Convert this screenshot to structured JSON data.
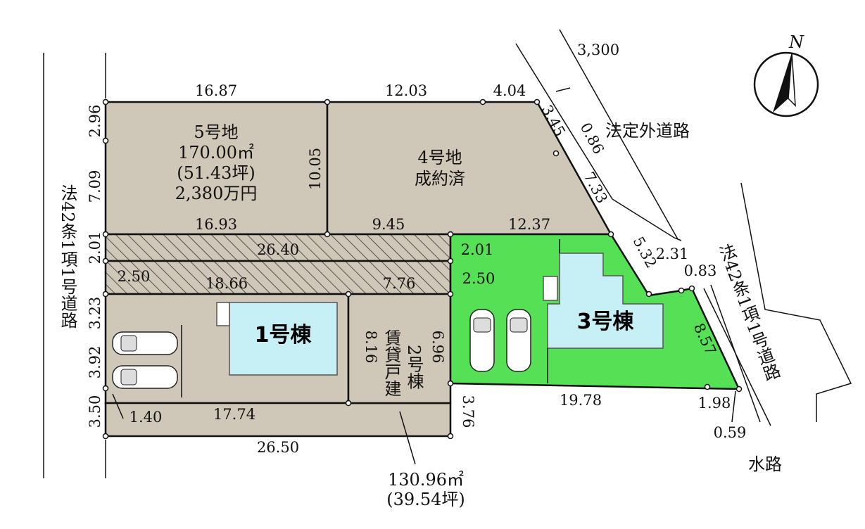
{
  "compass": {
    "north": "N"
  },
  "lots": {
    "lot5": {
      "title": "5号地",
      "area_sqm": "170.00㎡",
      "area_tsubo": "(51.43坪)",
      "price": "2,380万円"
    },
    "lot4": {
      "title": "4号地",
      "status": "成約済"
    },
    "lot2": {
      "title": "2号棟",
      "type": "賃貸戸建",
      "area_sqm": "130.96㎡",
      "area_tsubo": "(39.54坪)"
    }
  },
  "buildings": {
    "b1": "1号棟",
    "b3": "3号棟"
  },
  "roads": {
    "left": "法42条1項1号道路",
    "outside": "法定外道路",
    "right": "法42条1項1号道路",
    "waterway": "水路"
  },
  "dims": {
    "d_16_87": "16.87",
    "d_12_03": "12.03",
    "d_4_04": "4.04",
    "d_3300": "3,300",
    "d_16_93": "16.93",
    "d_9_45": "9.45",
    "d_12_37": "12.37",
    "d_26_40": "26.40",
    "d_2_50_left": "2.50",
    "d_18_66": "18.66",
    "d_7_76": "7.76",
    "d_2_01_right": "2.01",
    "d_2_50_right": "2.50",
    "d_1_40": "1.40",
    "d_17_74": "17.74",
    "d_26_50": "26.50",
    "d_19_78": "19.78",
    "d_1_98": "1.98",
    "d_0_59": "0.59",
    "d_2_31": "2.31",
    "d_0_83": "0.83",
    "d_2_96": "2.96",
    "d_7_09": "7.09",
    "d_2_01_left": "2.01",
    "d_3_23": "3.23",
    "d_3_92": "3.92",
    "d_3_50": "3.50",
    "d_10_05": "10.05",
    "d_8_16": "8.16",
    "d_6_96": "6.96",
    "d_3_76": "3.76",
    "d_3_45": "3.45",
    "d_0_86": "0.86",
    "d_7_33": "7.33",
    "d_5_32": "5.32",
    "d_8_57": "8.57"
  },
  "colors": {
    "lot_beige": "#cfc7b7",
    "lot_green": "#55e055",
    "building_cyan": "#c6f0f5"
  },
  "icons": [
    "north-compass-icon",
    "car-icon"
  ]
}
